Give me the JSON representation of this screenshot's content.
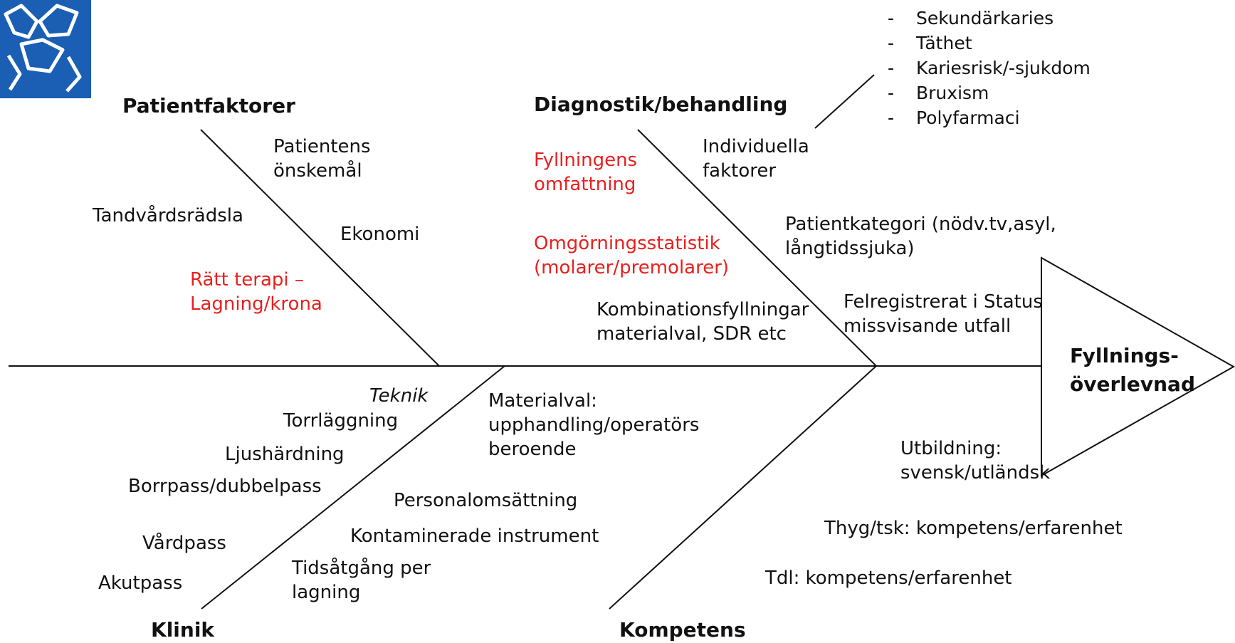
{
  "logo": {
    "brand_color": "#1a5fb4",
    "icon": "flower-logo-icon"
  },
  "categories": {
    "patient": "Patientfaktorer",
    "diagnostics": "Diagnostik/behandling",
    "clinic": "Klinik",
    "competence": "Kompetens"
  },
  "effect": {
    "line1": "Fyllnings-",
    "line2": "överlevnad"
  },
  "patient_causes": {
    "wishes": [
      "Patientens",
      "önskemål"
    ],
    "fear": "Tandvårdsrädsla",
    "economy": "Ekonomi",
    "therapy": [
      "Rätt terapi –",
      "Lagning/krona"
    ]
  },
  "diagnostics_causes": {
    "extent": [
      "Fyllningens",
      "omfattning"
    ],
    "statistics": [
      "Omgörningsstatistik",
      "(molarer/premolarer)"
    ],
    "combination": [
      "Kombinationsfyllningar",
      "materialval, SDR etc"
    ],
    "individual": [
      "Individuella",
      "faktorer"
    ],
    "patient_category": [
      "Patientkategori (nödv.tv,asyl,",
      "långtidssjuka)"
    ],
    "misregistered": [
      "Felregistrerat i Status",
      "missvisande utfall"
    ],
    "individual_list": [
      "Sekundärkaries",
      "Täthet",
      "Kariesrisk/-sjukdom",
      "Bruxism",
      "Polyfarmaci"
    ]
  },
  "clinic_causes": {
    "technique": "Teknik",
    "drying": "Torrläggning",
    "curing": "Ljushärdning",
    "shift": "Borrpass/dubbelpass",
    "care": "Vårdpass",
    "emergency": "Akutpass",
    "material": [
      "Materialval:",
      "upphandling/operatörs",
      "beroende"
    ],
    "turnover": "Personalomsättning",
    "contaminated": "Kontaminerade instrument",
    "time": [
      "Tidsåtgång per",
      "lagning"
    ]
  },
  "competence_causes": {
    "education": [
      "Utbildning:",
      "svensk/utländsk"
    ],
    "hygienist": "Thyg/tsk: kompetens/erfarenhet",
    "dentist": "Tdl: kompetens/erfarenhet"
  },
  "colors": {
    "line": "#111111",
    "highlight": "#e8201f"
  }
}
